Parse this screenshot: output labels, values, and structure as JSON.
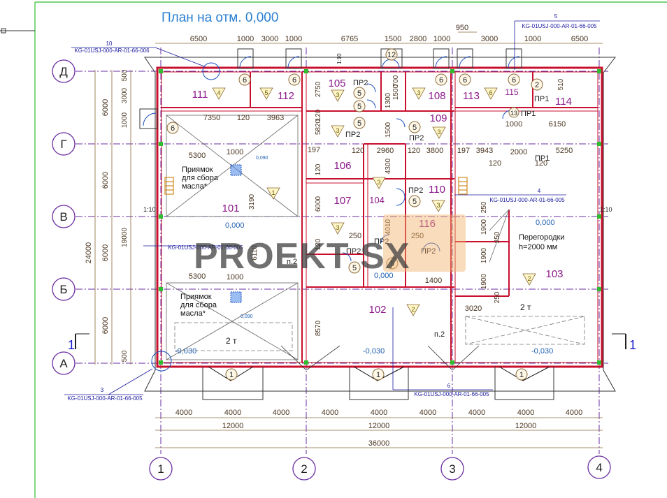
{
  "title": "План на отм. 0,000",
  "watermark": "PROEKT SX",
  "axes_columns": [
    "1",
    "2",
    "3",
    "4"
  ],
  "axes_rows": [
    "Д",
    "Г",
    "В",
    "Б",
    "А"
  ],
  "section_marks": {
    "left": "1",
    "right": "1"
  },
  "top_dims_row1": [
    "6500",
    "1000",
    "3000",
    "1000",
    "6765",
    "1500",
    "2800",
    "1000",
    "3000",
    "1000",
    "6500"
  ],
  "top_dim_950": "950",
  "bottom_dims_row1": [
    "4000",
    "4000",
    "4000",
    "4000",
    "4000",
    "4000",
    "4000",
    "4000",
    "4000"
  ],
  "bottom_dims_row2": [
    "12000",
    "12000",
    "12000"
  ],
  "bottom_dim_total": "36000",
  "left_dims_outer": [
    "6000",
    "6000",
    "6000",
    "6000"
  ],
  "left_dims_total": "24000",
  "left_dims_inner": [
    "500",
    "3000",
    "1000",
    "19000",
    "500"
  ],
  "rooms": {
    "r101": "101",
    "r102": "102",
    "r103": "103",
    "r104": "104",
    "r105": "105",
    "r106": "106",
    "r107": "107",
    "r108": "108",
    "r109": "109",
    "r110": "110",
    "r111": "111",
    "r112": "112",
    "r113": "113",
    "r114": "114",
    "r115": "115",
    "r116": "116"
  },
  "door_labels": {
    "pr1": "ПР1",
    "pr2": "ПР2"
  },
  "notes": {
    "pit_line1": "Приямок",
    "pit_line2": "для сбора",
    "pit_line3": "масла*",
    "partitions_line1": "Перегородки",
    "partitions_line2": "h=2000 мм",
    "crane": "2 т",
    "p2": "п.2"
  },
  "levels": {
    "zero": "0,000",
    "minus": "-0,030",
    "l090": "0,090"
  },
  "scale": "1:10",
  "refs": {
    "ref10_num": "10",
    "ref10": "KG-01USJ-000-AR-01-66-006",
    "ref5_num": "5",
    "ref5": "KG-01USJ-000-AR-01-66-005",
    "ref4_num": "4",
    "ref4": "KG-01USJ-000-AR-01-66-005",
    "ref2": "KG-01USJ-000-AR-01-66-005",
    "ref3_num": "3",
    "ref3": "KG-01USJ-000-AR-01-66-005",
    "ref6_num": "6",
    "ref6": "KG-01USJ-000-AR-01-66-005"
  },
  "interior_dims": {
    "d7350": "7350",
    "d120": "120",
    "d3963": "3963",
    "d5300": "5300",
    "d1000": "1000",
    "d197": "197",
    "d2960": "2960",
    "d3800": "3800",
    "d3943": "3943",
    "d2000": "2000",
    "d5250": "5250",
    "d6150": "6150",
    "d3190": "3190",
    "d6110": "6110",
    "d8570": "8570",
    "d2750": "2750",
    "d5820": "5820",
    "d6000": "6000",
    "d4300": "4300",
    "d4010": "4010",
    "d1500": "1500",
    "d1300": "1300",
    "d700": "700",
    "d250": "250",
    "d1400": "1400",
    "d1900": "1900",
    "d3020": "3020",
    "d510": "510"
  },
  "markers": {
    "m1": "1",
    "m2": "2",
    "m3": "3",
    "m4": "4",
    "m5": "5",
    "m6": "6",
    "m12": "12",
    "m13": "13"
  },
  "colors": {
    "wall": "#c8102e",
    "axis": "#6a2ca0",
    "dim": "#8a6a3a",
    "frame": "#2ebd2e",
    "title": "#2a7fd0",
    "room": "#8b1a8b",
    "ref": "#1a1aa0"
  }
}
